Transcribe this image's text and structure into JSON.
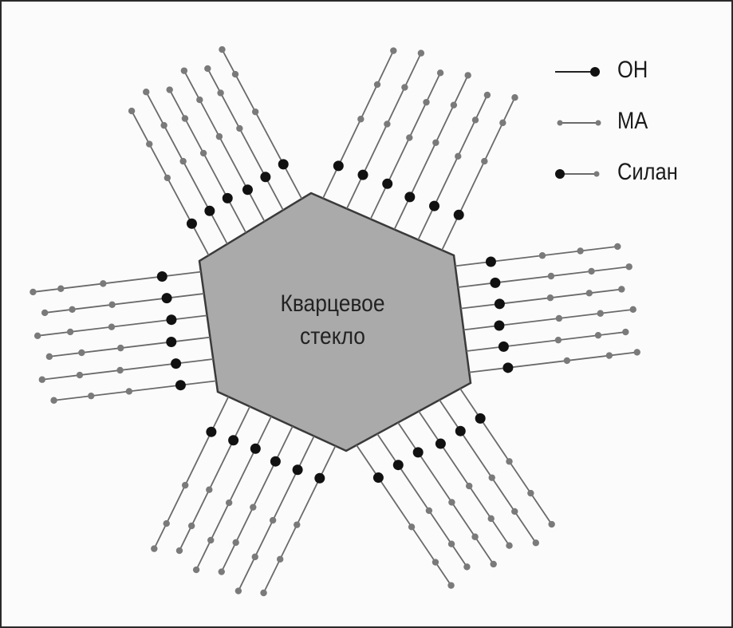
{
  "center_label": [
    "Кварцевое",
    "стекло"
  ],
  "legend": [
    {
      "label": "OH",
      "type": "oh"
    },
    {
      "label": "MA",
      "type": "ma"
    },
    {
      "label": "Силан",
      "type": "silane"
    }
  ],
  "colors": {
    "background": "#fbfbfb",
    "glass_fill": "#aaaaaa",
    "glass_stroke": "#3a3a3a",
    "chain_line": "#6a6a6a",
    "oh_dot": "#111111",
    "ma_dot": "#7a7a7a"
  }
}
